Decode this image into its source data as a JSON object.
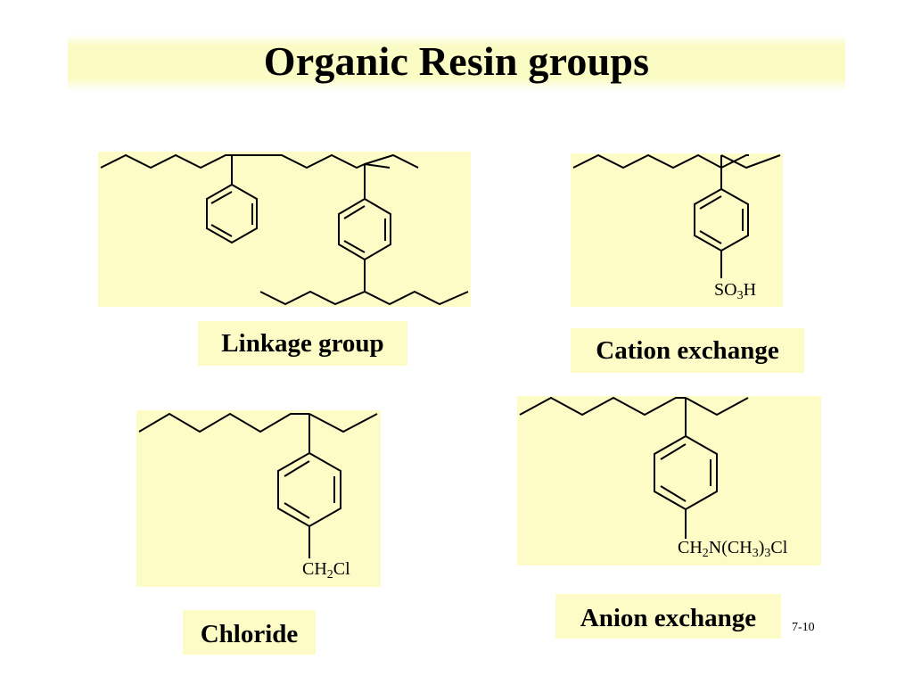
{
  "slide": {
    "title": "Organic Resin groups",
    "slide_number": "7-10"
  },
  "labels": {
    "linkage": "Linkage group",
    "cation": "Cation exchange",
    "chloride": "Chloride",
    "anion": "Anion exchange"
  },
  "formulas": {
    "cation": {
      "a": "SO",
      "a_sub": "3",
      "b": "H"
    },
    "chloride": {
      "a": "CH",
      "a_sub": "2",
      "b": "Cl"
    },
    "anion": {
      "a": "CH",
      "a_sub": "2",
      "b": "N(CH",
      "b_sub": "3",
      "c": ")",
      "c_sub": "3",
      "d": "Cl"
    }
  },
  "colors": {
    "panel_fill": "#fdfcc6",
    "title_band": "#fbfbc4",
    "line": "#000000"
  }
}
